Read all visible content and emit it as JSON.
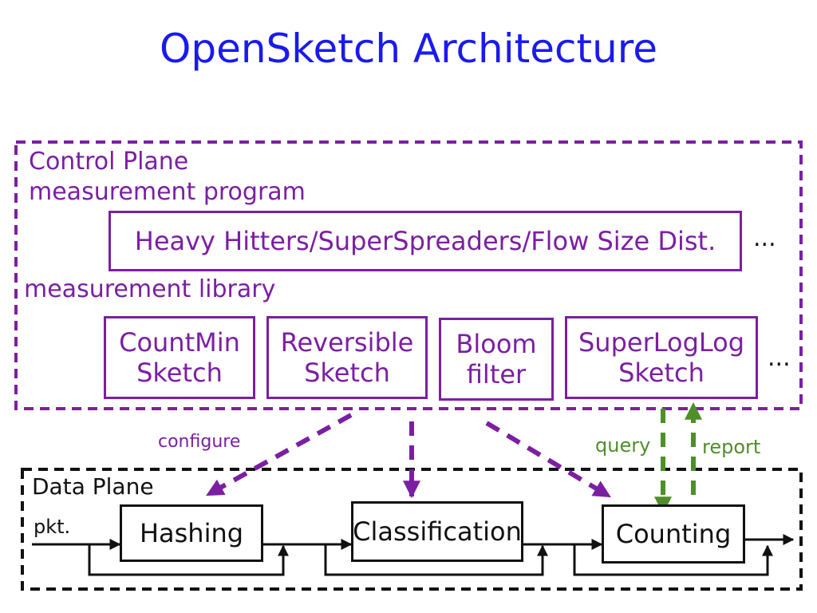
{
  "title": "OpenSketch Architecture",
  "control_plane": {
    "label": "Control Plane",
    "program_label": "measurement program",
    "program_box": "Heavy Hitters/SuperSpreaders/Flow Size Dist.",
    "program_more": "...",
    "library_label": "measurement library",
    "library": [
      {
        "name": "CountMin\nSketch"
      },
      {
        "name": "Reversible\nSketch"
      },
      {
        "name": "Bloom\nfilter"
      },
      {
        "name": "SuperLogLog\nSketch"
      }
    ],
    "library_more": "..."
  },
  "edges": {
    "configure": "configure",
    "query": "query",
    "report": "report"
  },
  "data_plane": {
    "label": "Data Plane",
    "input_label": "pkt.",
    "stages": [
      {
        "name": "Hashing"
      },
      {
        "name": "Classification"
      },
      {
        "name": "Counting"
      }
    ]
  },
  "colors": {
    "control_plane": "#7b1fa2",
    "data_plane": "#111111",
    "query_report": "#4e8f2a",
    "title": "#1a1aee"
  }
}
